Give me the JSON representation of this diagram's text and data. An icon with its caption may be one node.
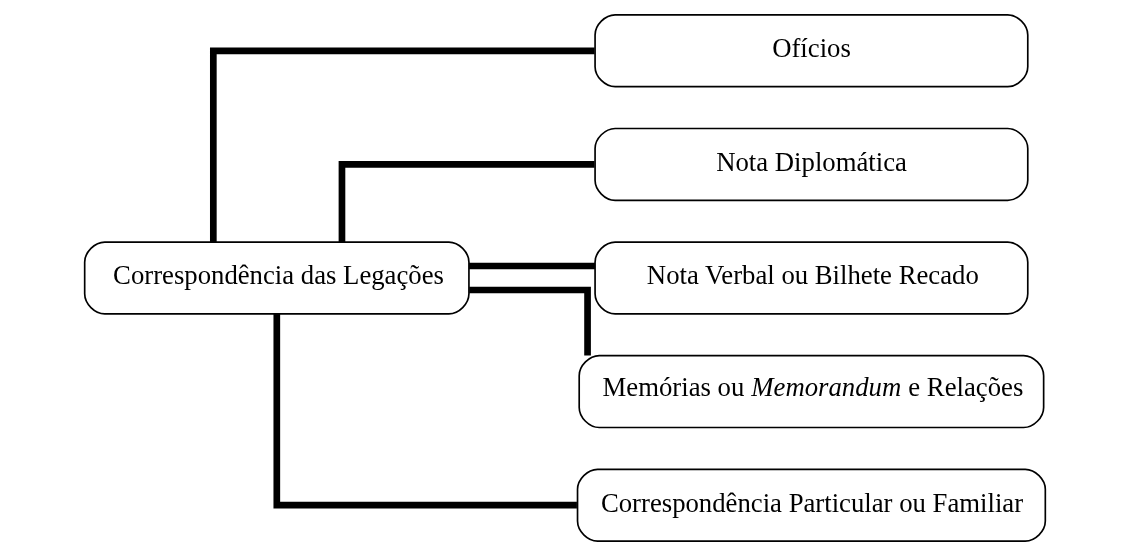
{
  "diagram": {
    "nodes": [
      {
        "text": [
          "Correspondência das Legações"
        ]
      },
      {
        "text": [
          "Ofícios"
        ]
      },
      {
        "text": [
          "Nota Diplomática"
        ]
      },
      {
        "text": [
          "Nota Verbal ou Bilhete Recado"
        ]
      },
      {
        "text": [
          "Memórias ou *Memorandum* e Relações"
        ]
      },
      {
        "text": [
          "Correspondência Particular ou Familiar"
        ]
      }
    ],
    "edges": [
      {
        "from": 0,
        "to": 1,
        "arrow": "none"
      },
      {
        "from": 0,
        "to": 2,
        "arrow": "none"
      },
      {
        "from": 0,
        "to": 3,
        "arrow": "none"
      },
      {
        "from": 0,
        "to": 4,
        "arrow": "none"
      },
      {
        "from": 0,
        "to": 5,
        "arrow": "none"
      }
    ]
  }
}
